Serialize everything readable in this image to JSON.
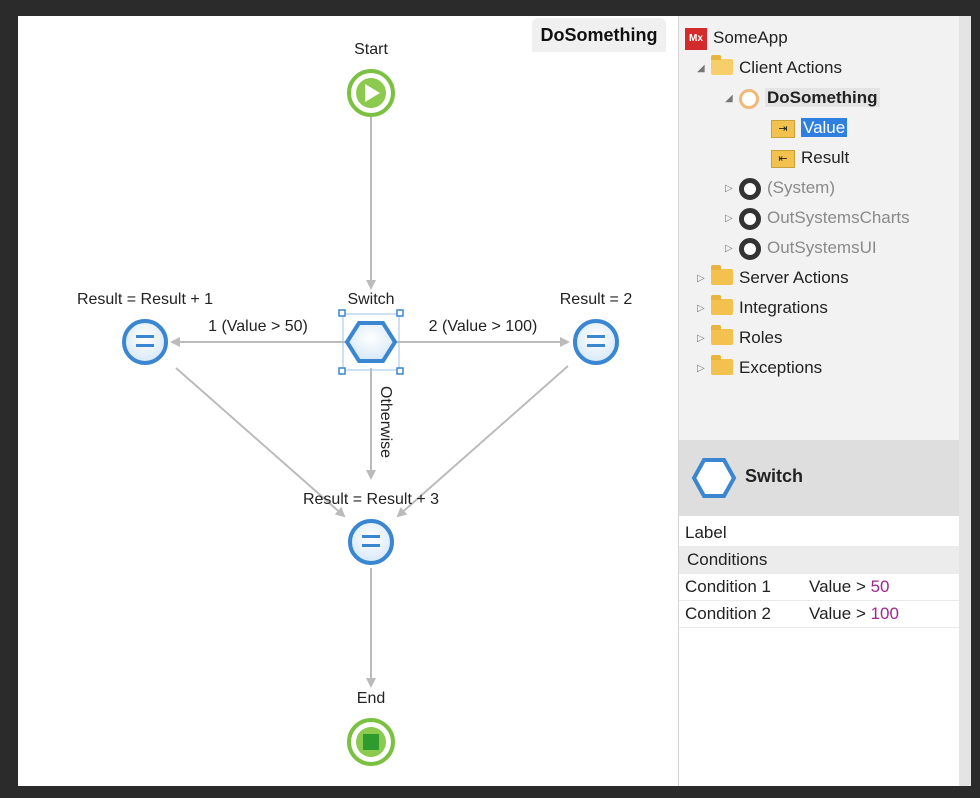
{
  "canvas": {
    "tab_title": "DoSomething",
    "nodes": {
      "start_label": "Start",
      "switch_label": "Switch",
      "left_assign_label": "Result = Result + 1",
      "right_assign_label": "Result = 2",
      "bottom_assign_label": "Result = Result + 3",
      "end_label": "End"
    },
    "edges": {
      "cond1": "1 (Value > 50)",
      "cond2": "2 (Value > 100)",
      "otherwise": "Otherwise"
    }
  },
  "tree": {
    "app": "SomeApp",
    "app_icon_text": "Mx",
    "client_actions": "Client Actions",
    "action": "DoSomething",
    "input_param": "Value",
    "output_param": "Result",
    "system": "(System)",
    "charts": "OutSystemsCharts",
    "ui": "OutSystemsUI",
    "server_actions": "Server Actions",
    "integrations": "Integrations",
    "roles": "Roles",
    "exceptions": "Exceptions"
  },
  "properties": {
    "title": "Switch",
    "label_key": "Label",
    "label_value": "",
    "section": "Conditions",
    "conditions": [
      {
        "key": "Condition 1",
        "expr": "Value > ",
        "num": "50"
      },
      {
        "key": "Condition 2",
        "expr": "Value > ",
        "num": "100"
      }
    ]
  },
  "colors": {
    "start_green": "#7ac142",
    "assign_blue": "#3a86d1",
    "selection_blue": "#2f7fe0",
    "number_purple": "#a0288c"
  }
}
